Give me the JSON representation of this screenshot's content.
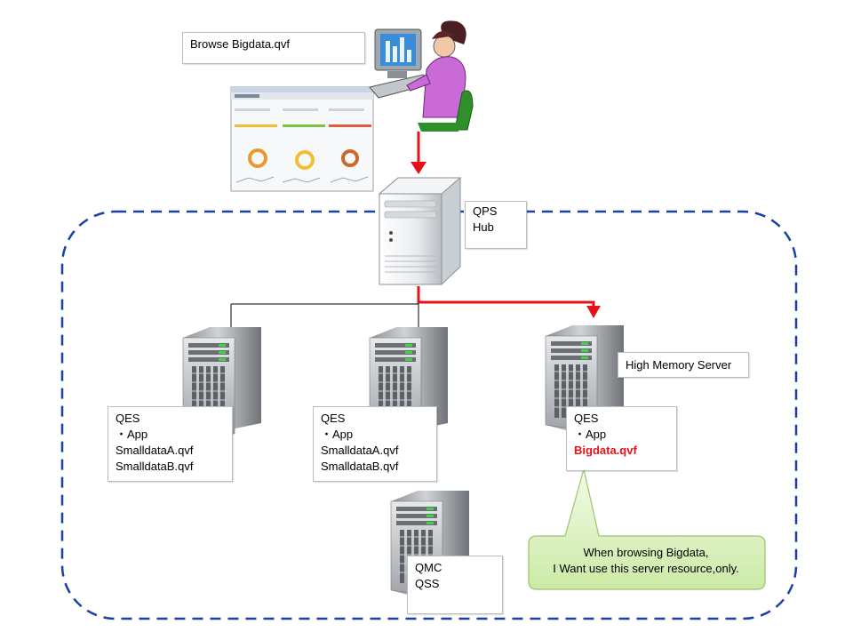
{
  "browse_box": {
    "text": "Browse Bigdata.qvf"
  },
  "qps_hub": {
    "line1": "QPS",
    "line2": "Hub"
  },
  "server_left": {
    "line1": "QES",
    "line2": "・App",
    "line3": "SmalldataA.qvf",
    "line4": "SmalldataB.qvf"
  },
  "server_middle": {
    "line1": "QES",
    "line2": "・App",
    "line3": "SmalldataA.qvf",
    "line4": "SmalldataB.qvf"
  },
  "server_right": {
    "title": "High Memory Server",
    "line1": "QES",
    "line2": "・App",
    "line3": "Bigdata.qvf"
  },
  "server_bottom": {
    "line1": "QMC",
    "line2": "QSS"
  },
  "callout": {
    "line1": "When browsing Bigdata,",
    "line2": "I Want use this server resource,only."
  },
  "colors": {
    "cluster_border": "#1a3fa8",
    "red_arrow": "#e8111a",
    "callout_fill": "#d8f2b8",
    "callout_border": "#9cc46c"
  }
}
